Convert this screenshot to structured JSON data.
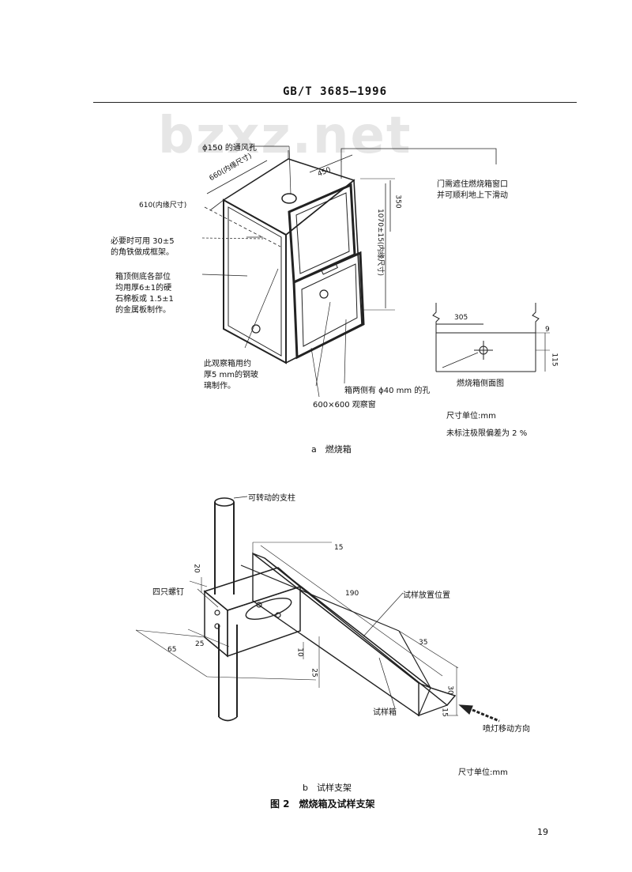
{
  "header": {
    "standard": "GB/T 3685—1996"
  },
  "watermark": "bzxz.net",
  "figure_a": {
    "vent_hole": "ϕ150 的通风孔",
    "width_inner": "660(内缘尺寸)",
    "depth_inner": "610(内缘尺寸)",
    "dim_450": "450",
    "dim_350": "350",
    "height_inner": "1070±15(内缘尺寸)",
    "door_note_1": "门需遮住燃烧箱窗口",
    "door_note_2": "并可顺利地上下滑动",
    "angle_iron_1": "必要时可用 30±5",
    "angle_iron_2": "的角铁做成框架。",
    "material_1": "箱顶侧底各部位",
    "material_2": "均用厚6±1的硬",
    "material_3": "石棉板或 1.5±1",
    "material_4": "的金属板制作。",
    "glass_1": "此观察箱用约",
    "glass_2": "厚5 mm的钢玻",
    "glass_3": "璃制作。",
    "side_holes": "箱两侧有 ϕ40 mm 的孔",
    "obs_window": "600×600 观察窗",
    "side_view": {
      "dim_305": "305",
      "dim_9": "9",
      "dim_115": "115",
      "caption": "燃烧箱侧面图"
    },
    "unit": "尺寸单位:mm",
    "tolerance": "未标注极限偏差为 2 %",
    "caption": "a　燃烧箱"
  },
  "figure_b": {
    "pillar": "可转动的支柱",
    "screws": "四只螺钉",
    "dim_15_top": "15",
    "dim_20": "20",
    "dim_190": "190",
    "placement": "试样放置位置",
    "dim_35": "35",
    "dim_65": "65",
    "dim_25_a": "25",
    "dim_10": "10",
    "dim_25_b": "25",
    "dim_30": "30",
    "dim_15_bottom": "15",
    "box": "试样箱",
    "torch": "喷灯移动方向",
    "unit": "尺寸单位:mm",
    "caption": "b　试样支架"
  },
  "figure_caption": "图 2　燃烧箱及试样支架",
  "page_number": "19"
}
